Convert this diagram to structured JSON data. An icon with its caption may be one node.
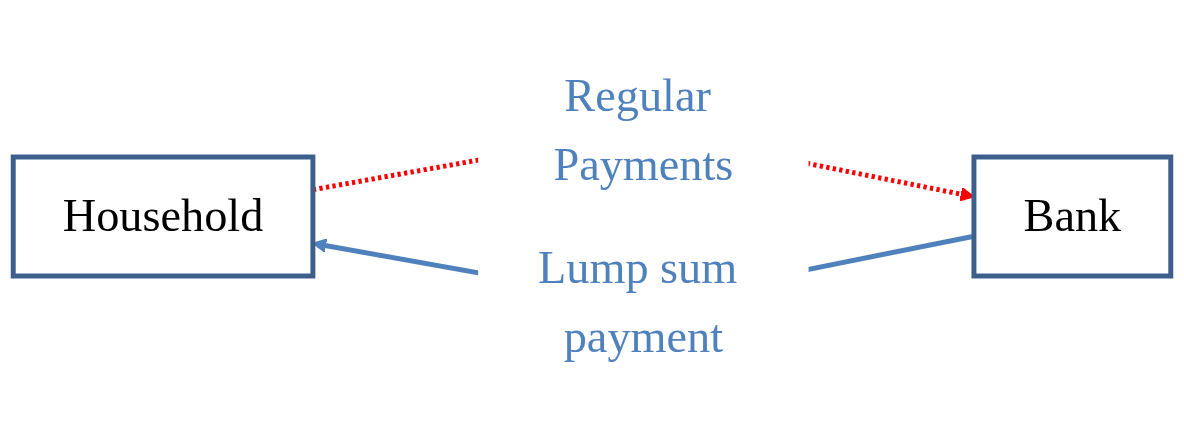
{
  "diagram": {
    "nodes": [
      {
        "text": [
          "Household"
        ]
      },
      {
        "text": [
          "Bank"
        ]
      }
    ],
    "edges": [
      {
        "from": 0,
        "to": 1,
        "arrow": "to",
        "label": "Regular Payments",
        "style": "dashed",
        "color": "#ff0000"
      },
      {
        "from": 1,
        "to": 0,
        "arrow": "to",
        "label": "Lump sum payment",
        "color": "#4f81bd"
      }
    ]
  }
}
